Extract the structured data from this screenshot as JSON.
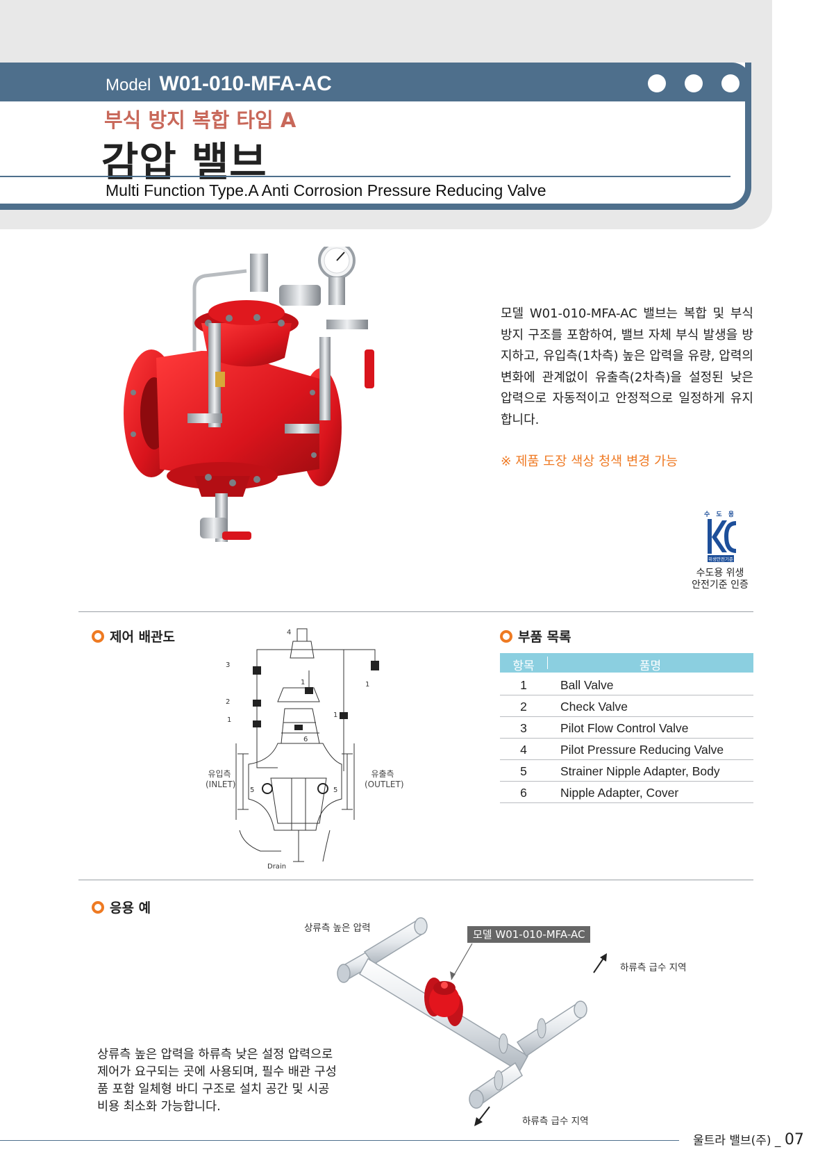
{
  "header": {
    "model_label": "Model",
    "model_number": "W01-010-MFA-AC",
    "subtitle_ko": "부식 방지 복합 타입 A",
    "title_ko": "감압 밸브",
    "title_en": "Multi Function Type.A Anti Corrosion Pressure Reducing Valve"
  },
  "description": "모델 W01-010-MFA-AC 밸브는 복합 및 부식 방지 구조를 포함하여, 밸브 자체 부식 발생을 방지하고, 유입측(1차측) 높은 압력을 유량, 압력의 변화에 관계없이 유출측(2차측)을 설정된 낮은 압력으로 자동적이고 안정적으로 일정하게 유지합니다.",
  "note": "※ 제품 도장 색상 청색 변경 가능",
  "certification": {
    "mark_top": "수 도 용",
    "mark_bottom": "위생안전기준",
    "caption_line1": "수도용 위생",
    "caption_line2": "안전기준 인증"
  },
  "control_diagram": {
    "title": "제어 배관도",
    "inlet_label": "유입측",
    "inlet_en": "(INLET)",
    "outlet_label": "유출측",
    "outlet_en": "(OUTLET)",
    "drain_label": "Drain",
    "numbers": [
      "1",
      "2",
      "3",
      "4",
      "5",
      "6"
    ]
  },
  "parts_list": {
    "title": "부품 목록",
    "col_item": "항목",
    "col_name": "품명",
    "rows": [
      {
        "no": "1",
        "name": "Ball Valve"
      },
      {
        "no": "2",
        "name": "Check Valve"
      },
      {
        "no": "3",
        "name": "Pilot Flow Control Valve"
      },
      {
        "no": "4",
        "name": "Pilot Pressure Reducing Valve"
      },
      {
        "no": "5",
        "name": "Strainer Nipple Adapter, Body"
      },
      {
        "no": "6",
        "name": "Nipple Adapter, Cover"
      }
    ]
  },
  "application": {
    "title": "응용 예",
    "upstream_label": "상류측 높은 압력",
    "model_badge": "모델 W01-010-MFA-AC",
    "downstream_label_top": "하류측 급수 지역",
    "downstream_label_bottom": "하류측 급수 지역",
    "text": "상류측 높은 압력을 하류측 낮은 설정 압력으로 제어가 요구되는 곳에 사용되며, 필수 배관 구성품 포함 일체형 바디 구조로 설치 공간 및 시공 비용 최소화 가능합니다."
  },
  "footer": {
    "company": "울트라 밸브(주) _ ",
    "page": "07"
  },
  "colors": {
    "header_band": "#4e6f8c",
    "accent_orange": "#ee7a22",
    "subtitle_red": "#c8685a",
    "valve_red": "#d9141c",
    "table_header": "#8bcfe0"
  }
}
